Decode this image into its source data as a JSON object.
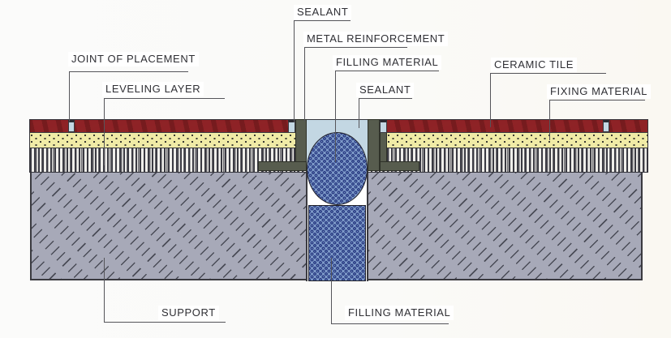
{
  "labels": {
    "sealant_top": "SEALANT",
    "metal_reinforcement": "METAL REINFORCEMENT",
    "filling_material_top": "FILLING MATERIAL",
    "sealant_mid": "SEALANT",
    "joint_of_placement": "JOINT OF PLACEMENT",
    "leveling_layer": "LEVELING LAYER",
    "ceramic_tile": "CERAMIC TILE",
    "fixing_material": "FIXING MATERIAL",
    "support": "SUPPORT",
    "filling_material_bottom": "FILLING MATERIAL"
  },
  "colors": {
    "background": "#faf9f6",
    "ceramic_tile": "#8e2226",
    "fixing_material": "#f0eba6",
    "leveling_hatch_line": "#3a3a42",
    "support_base": "#a7a9b8",
    "support_dash": "#4a4c57",
    "metal": "#575c4e",
    "sealant": "#c3d7e3",
    "filling_blue": "#7d99c8",
    "filling_dot": "#2c3f85",
    "leader_line": "#55555a"
  }
}
